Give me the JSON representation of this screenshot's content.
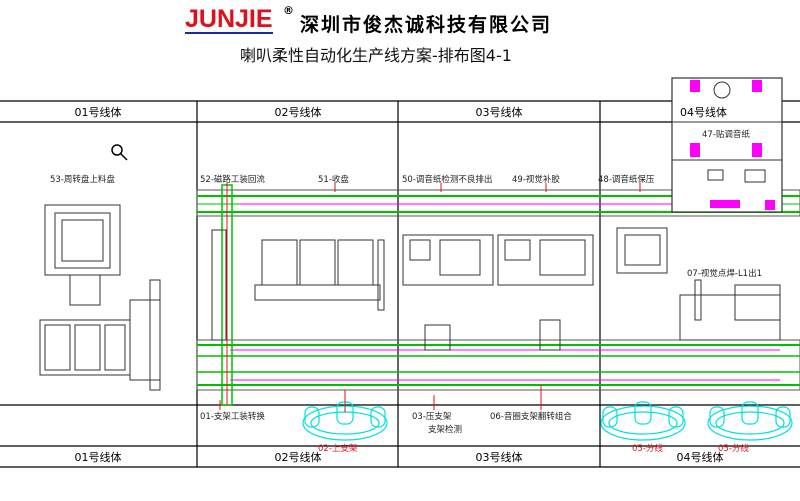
{
  "header": {
    "logo": "JUNJIE",
    "registered": "®",
    "company": "深圳市俊杰诚科技有限公司",
    "subtitle": "喇叭柔性自动化生产线方案-排布图4-1"
  },
  "line_bodies_top": [
    "01号线体",
    "02号线体",
    "03号线体",
    "04号线体"
  ],
  "line_bodies_bottom": [
    "01号线体",
    "02号线体",
    "03号线体",
    "04号线体"
  ],
  "stations_top": {
    "s53": "53-周转盘上料盘",
    "s52": "52-磁路工装回流",
    "s51": "51-收盘",
    "s50": "50-调音纸检测不良排出",
    "s49": "49-视觉补胶",
    "s48": "48-调音纸保压",
    "s47": "47-贴调音纸",
    "s07": "07-视觉点焊-L1出1"
  },
  "stations_bottom": {
    "s01": "01-支架工装转换",
    "s02": "02-上支架",
    "s03a": "03-压支架",
    "s03b": "支架检测",
    "s06": "06-音圈支架翻转组合",
    "s05a": "05-分线",
    "s05b": "05-分线"
  },
  "colors": {
    "conveyor": "#00c000",
    "accent": "#e0101a",
    "fixture": "#ff00ff",
    "robot": "#00e0e0",
    "line": "#000000"
  }
}
